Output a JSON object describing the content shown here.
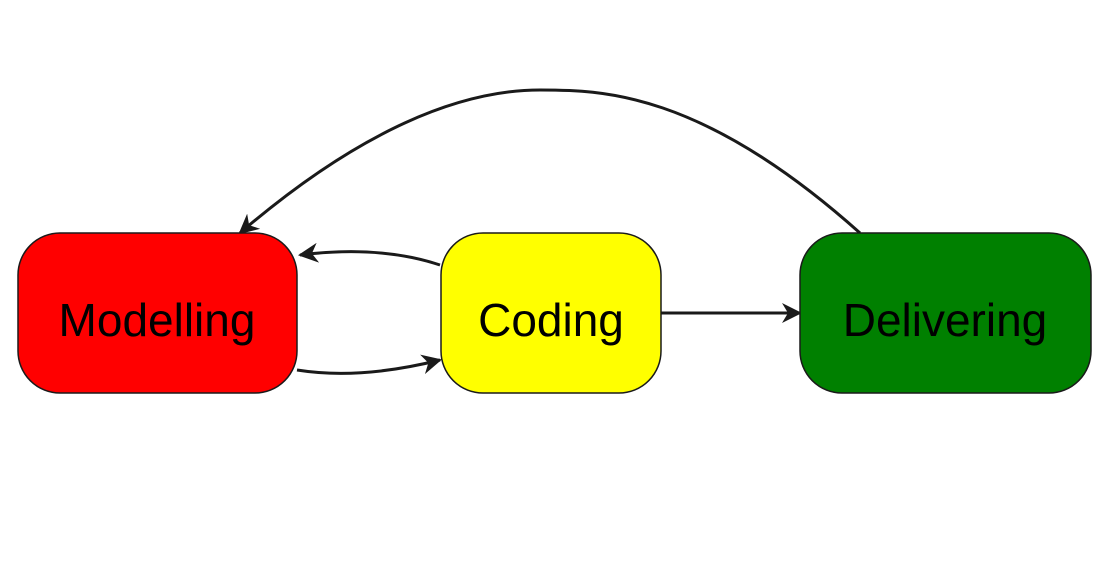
{
  "nodes": [
    {
      "id": "modelling",
      "label": "Modelling",
      "color": "#ff0000"
    },
    {
      "id": "coding",
      "label": "Coding",
      "color": "#ffff00"
    },
    {
      "id": "delivering",
      "label": "Delivering",
      "color": "#008000"
    }
  ],
  "edges": [
    {
      "from": "modelling",
      "to": "coding"
    },
    {
      "from": "coding",
      "to": "modelling"
    },
    {
      "from": "coding",
      "to": "delivering"
    },
    {
      "from": "delivering",
      "to": "modelling"
    }
  ]
}
